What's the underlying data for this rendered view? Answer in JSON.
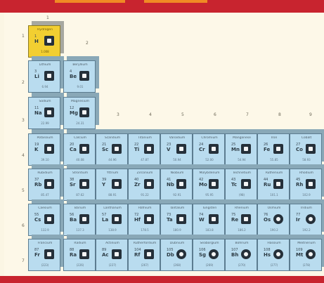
{
  "periods": [
    "1",
    "2",
    "3",
    "4",
    "5",
    "6",
    "7"
  ],
  "groups": [
    "1",
    "2",
    "3",
    "4",
    "5",
    "6",
    "7",
    "8",
    "9"
  ],
  "cells": [
    {
      "name": "Hydrogen",
      "num": "1",
      "sym": "H",
      "mass": "1.008",
      "kind": "alkali-h"
    },
    {
      "name": "Lithium",
      "num": "3",
      "sym": "Li",
      "mass": "6.94"
    },
    {
      "name": "Beryllium",
      "num": "4",
      "sym": "Be",
      "mass": "9.01"
    },
    {
      "name": "Sodium",
      "num": "11",
      "sym": "Na",
      "mass": "22.99"
    },
    {
      "name": "Magnesium",
      "num": "12",
      "sym": "Mg",
      "mass": "24.31"
    },
    {
      "name": "Potassium",
      "num": "19",
      "sym": "K",
      "mass": "39.10"
    },
    {
      "name": "Calcium",
      "num": "20",
      "sym": "Ca",
      "mass": "40.08"
    },
    {
      "name": "Scandium",
      "num": "21",
      "sym": "Sc",
      "mass": "44.96"
    },
    {
      "name": "Titanium",
      "num": "22",
      "sym": "Ti",
      "mass": "47.87"
    },
    {
      "name": "Vanadium",
      "num": "23",
      "sym": "V",
      "mass": "50.94"
    },
    {
      "name": "Chromium",
      "num": "24",
      "sym": "Cr",
      "mass": "52.00"
    },
    {
      "name": "Manganese",
      "num": "25",
      "sym": "Mn",
      "mass": "54.94"
    },
    {
      "name": "Iron",
      "num": "26",
      "sym": "Fe",
      "mass": "55.85"
    },
    {
      "name": "Cobalt",
      "num": "27",
      "sym": "Co",
      "mass": "58.93"
    },
    {
      "name": "Rubidium",
      "num": "37",
      "sym": "Rb",
      "mass": "85.47"
    },
    {
      "name": "Strontium",
      "num": "38",
      "sym": "Sr",
      "mass": "87.62"
    },
    {
      "name": "Yttrium",
      "num": "39",
      "sym": "Y",
      "mass": "88.91"
    },
    {
      "name": "Zirconium",
      "num": "40",
      "sym": "Zr",
      "mass": "91.22"
    },
    {
      "name": "Niobium",
      "num": "41",
      "sym": "Nb",
      "mass": "92.91"
    },
    {
      "name": "Molybdenum",
      "num": "42",
      "sym": "Mo",
      "mass": "95.95"
    },
    {
      "name": "Technetium",
      "num": "43",
      "sym": "Tc",
      "mass": "(98)"
    },
    {
      "name": "Ruthenium",
      "num": "44",
      "sym": "Ru",
      "mass": "101.1"
    },
    {
      "name": "Rhodium",
      "num": "45",
      "sym": "Rh",
      "mass": "102.9"
    },
    {
      "name": "Caesium",
      "num": "55",
      "sym": "Cs",
      "mass": "132.9"
    },
    {
      "name": "Barium",
      "num": "56",
      "sym": "Ba",
      "mass": "137.3"
    },
    {
      "name": "Lanthanum",
      "num": "57",
      "sym": "La",
      "mass": "138.9"
    },
    {
      "name": "Hafnium",
      "num": "72",
      "sym": "Hf",
      "mass": "178.5"
    },
    {
      "name": "Tantalum",
      "num": "73",
      "sym": "Ta",
      "mass": "180.9"
    },
    {
      "name": "Tungsten",
      "num": "74",
      "sym": "W",
      "mass": "183.8"
    },
    {
      "name": "Rhenium",
      "num": "75",
      "sym": "Re",
      "mass": "186.2"
    },
    {
      "name": "Osmium",
      "num": "76",
      "sym": "Os",
      "mass": "190.2"
    },
    {
      "name": "Iridium",
      "num": "77",
      "sym": "Ir",
      "mass": "192.2"
    },
    {
      "name": "Francium",
      "num": "87",
      "sym": "Fr",
      "mass": "(223)"
    },
    {
      "name": "Radium",
      "num": "88",
      "sym": "Ra",
      "mass": "(226)"
    },
    {
      "name": "Actinium",
      "num": "89",
      "sym": "Ac",
      "mass": "(227)"
    },
    {
      "name": "Rutherfordium",
      "num": "104",
      "sym": "Rf",
      "mass": "(267)"
    },
    {
      "name": "Dubnium",
      "num": "105",
      "sym": "Db",
      "mass": "(268)"
    },
    {
      "name": "Seaborgium",
      "num": "106",
      "sym": "Sg",
      "mass": "(269)"
    },
    {
      "name": "Bohrium",
      "num": "107",
      "sym": "Bh",
      "mass": "(270)"
    },
    {
      "name": "Hassium",
      "num": "108",
      "sym": "Hs",
      "mass": "(277)"
    },
    {
      "name": "Meitnerium",
      "num": "109",
      "sym": "Mt",
      "mass": "(278)"
    }
  ]
}
